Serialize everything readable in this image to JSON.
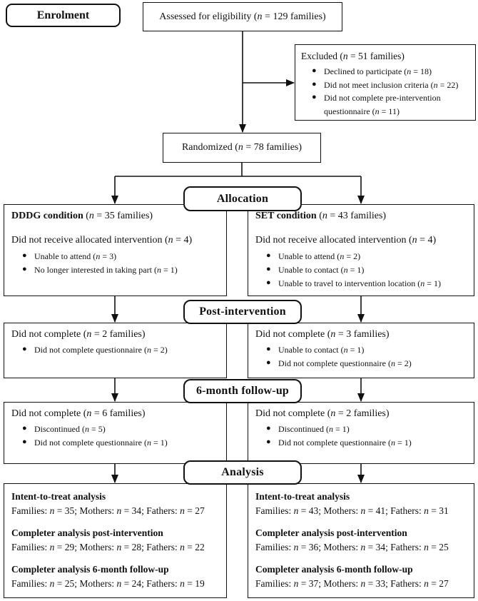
{
  "colors": {
    "line": "#111111",
    "background": "#ffffff"
  },
  "enrolment": {
    "label": "Enrolment"
  },
  "assessed": {
    "text": "Assessed for eligibility (*n* = 129 families)"
  },
  "excluded": {
    "title": "Excluded (*n* = 51 families)",
    "bullets": [
      "Declined to participate (*n* = 18)",
      "Did not meet inclusion criteria (*n* = 22)",
      "Did not complete pre-intervention questionnaire (*n* = 11)"
    ]
  },
  "randomized": {
    "text": "Randomized (*n* = 78 families)"
  },
  "section_labels": {
    "allocation": "Allocation",
    "post_intervention": "Post-intervention",
    "followup": "6-month follow-up",
    "analysis": "Analysis"
  },
  "allocation": {
    "left": {
      "title": "**DDDG condition** (*n* = 35 families)",
      "subtitle": "Did not receive allocated intervention (*n* = 4)",
      "bullets": [
        "Unable to attend (*n* = 3)",
        "No longer interested in taking part (*n* = 1)"
      ]
    },
    "right": {
      "title": "**SET condition** (*n* = 43 families)",
      "subtitle": "Did not receive allocated intervention (*n* = 4)",
      "bullets": [
        "Unable to attend (*n* = 2)",
        "Unable to contact (*n* = 1)",
        "Unable to travel to intervention location (*n* = 1)"
      ]
    }
  },
  "post_intervention": {
    "left": {
      "title": "Did not complete (*n* = 2 families)",
      "bullets": [
        "Did not complete questionnaire (*n* = 2)"
      ]
    },
    "right": {
      "title": "Did not complete (*n* = 3 families)",
      "bullets": [
        "Unable to contact (*n* = 1)",
        "Did not complete questionnaire (*n* = 2)"
      ]
    }
  },
  "followup": {
    "left": {
      "title": "Did not complete (*n* = 6 families)",
      "bullets": [
        "Discontinued (*n* = 5)",
        "Did not complete questionnaire (*n* = 1)"
      ]
    },
    "right": {
      "title": "Did not complete (*n* = 2 families)",
      "bullets": [
        "Discontinued (*n* = 1)",
        "Did not complete questionnaire (*n* = 1)"
      ]
    }
  },
  "analysis": {
    "left": {
      "groups": [
        {
          "heading": "Intent-to-treat analysis",
          "values": "Families: *n* = 35; Mothers: *n* = 34; Fathers: *n* = 27"
        },
        {
          "heading": "Completer analysis post-intervention",
          "values": "Families: *n* = 29; Mothers: *n* = 28; Fathers: *n* = 22"
        },
        {
          "heading": "Completer analysis 6-month follow-up",
          "values": "Families: *n* = 25; Mothers: *n* = 24; Fathers: *n* = 19"
        }
      ]
    },
    "right": {
      "groups": [
        {
          "heading": "Intent-to-treat analysis",
          "values": "Families: *n* = 43; Mothers: *n* = 41; Fathers: *n* = 31"
        },
        {
          "heading": "Completer analysis post-intervention",
          "values": "Families: *n* = 36; Mothers: *n* = 34; Fathers: *n* = 25"
        },
        {
          "heading": "Completer analysis 6-month follow-up",
          "values": "Families: *n* = 37; Mothers: *n* = 33; Fathers: *n* = 27"
        }
      ]
    }
  }
}
